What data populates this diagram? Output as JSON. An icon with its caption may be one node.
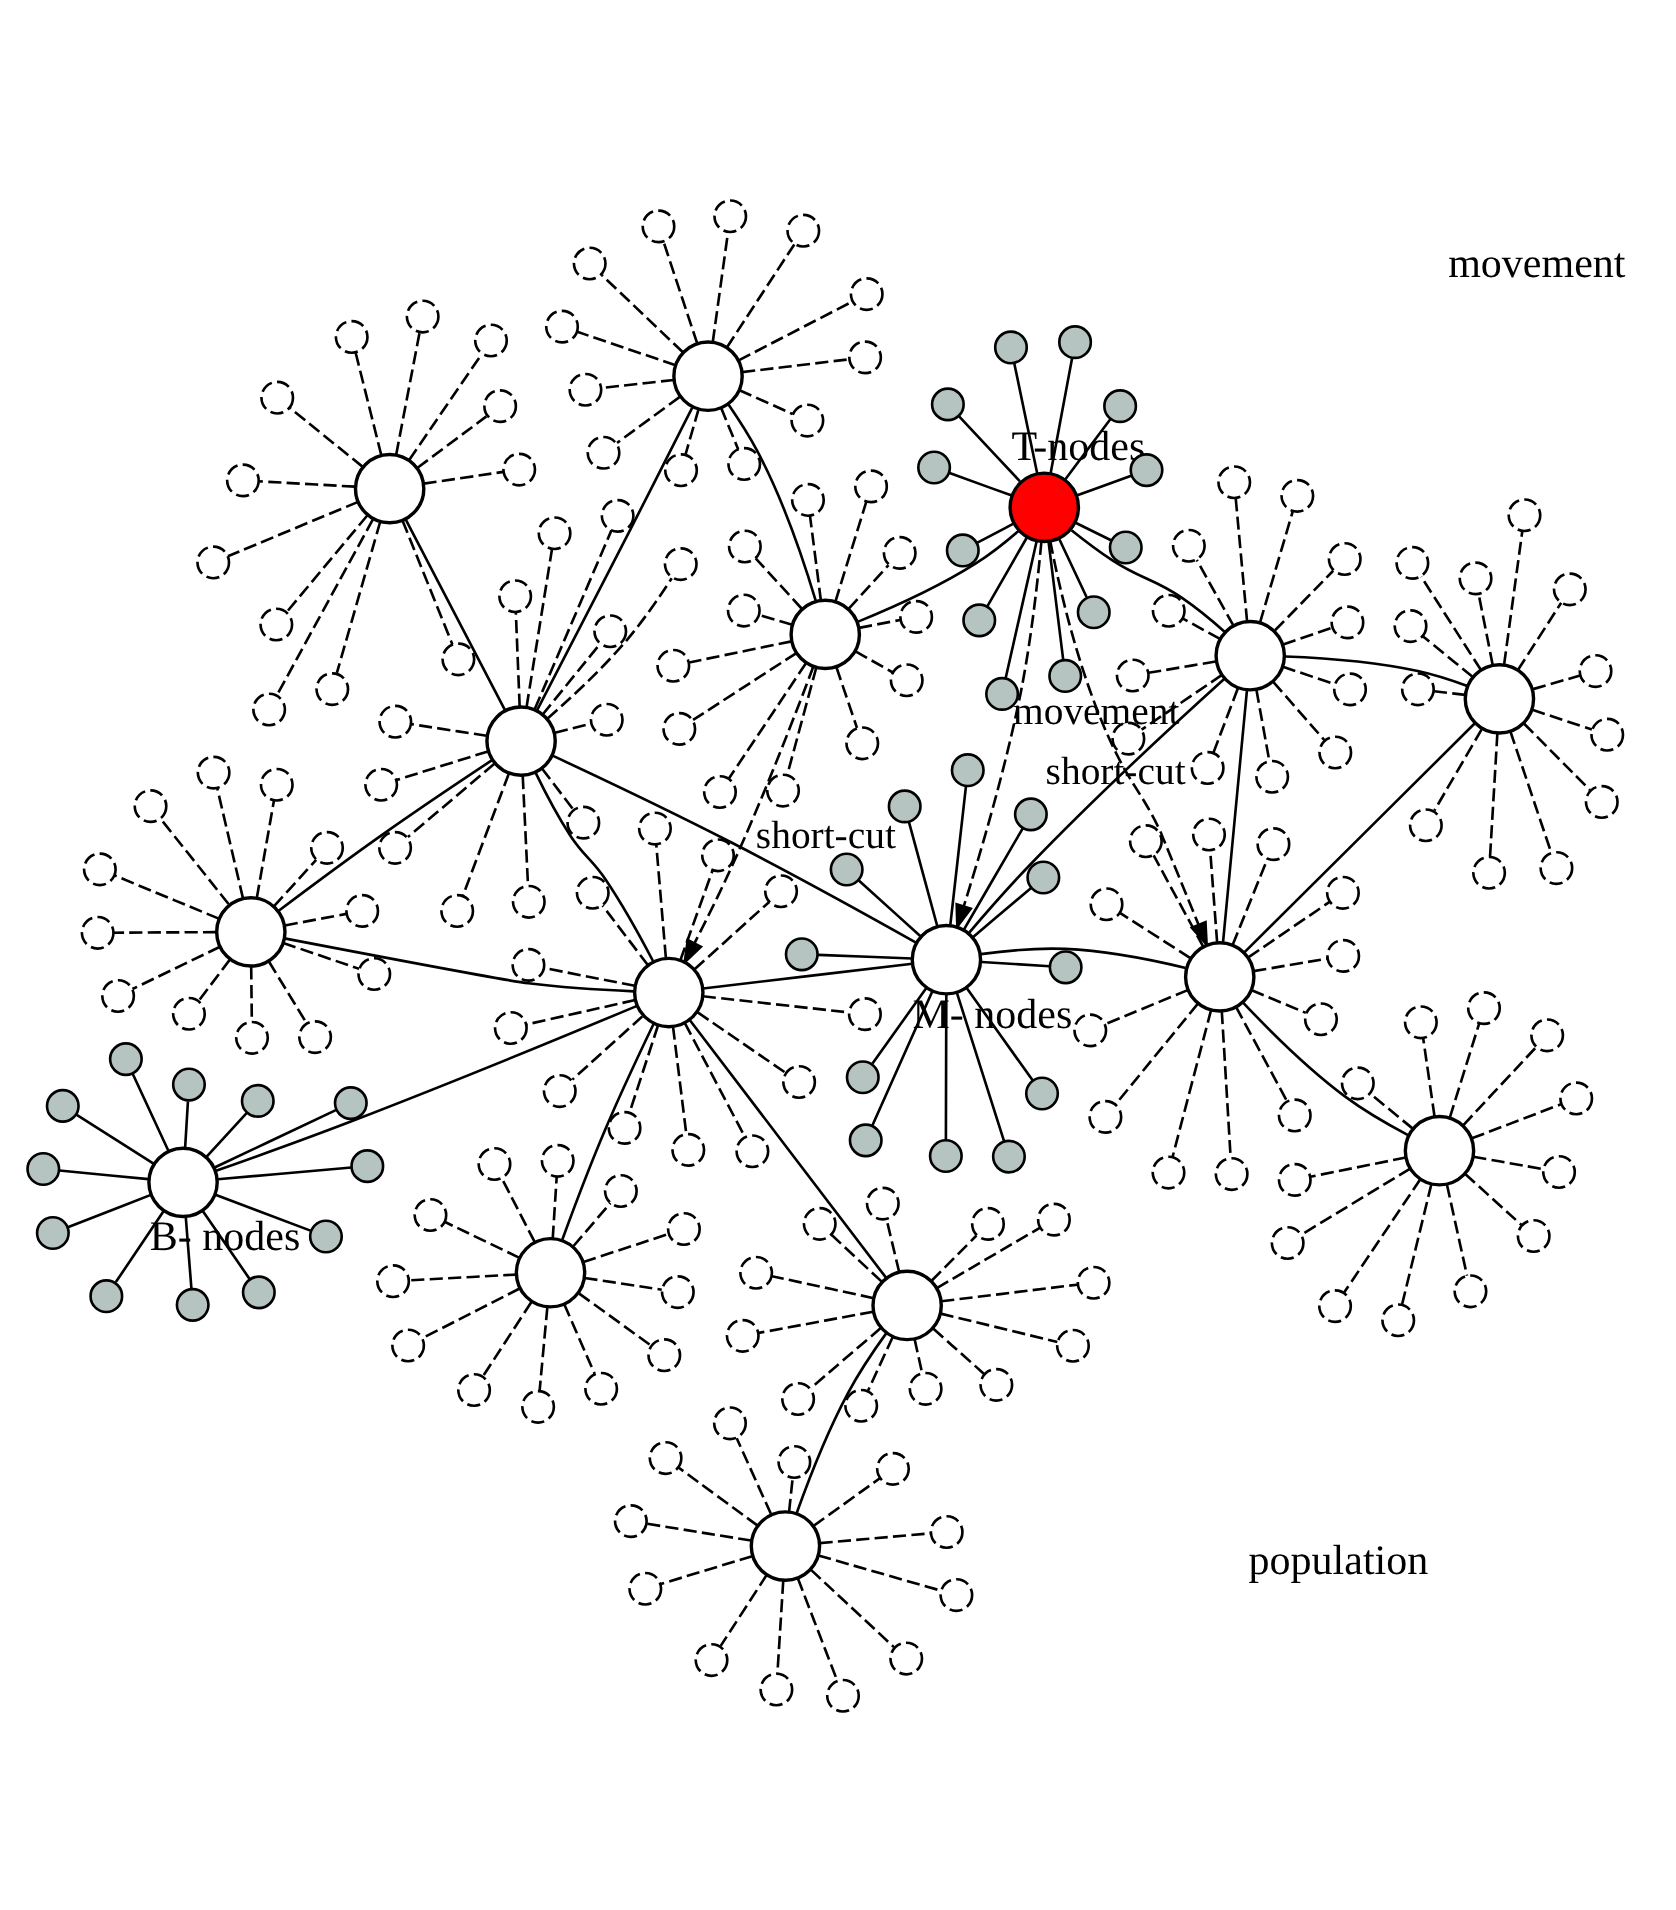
{
  "diagram": {
    "nodes": [
      {
        "text": [],
        "shape": "circle",
        "beside": [
          "T-nodes"
        ]
      },
      {
        "text": [],
        "shape": "circle"
      },
      {
        "text": [],
        "shape": "circle"
      },
      {
        "text": [],
        "shape": "circle"
      },
      {
        "text": [],
        "shape": "circle"
      },
      {
        "text": [],
        "shape": "circle"
      },
      {
        "text": [],
        "shape": "circle"
      },
      {
        "text": [],
        "shape": "circle"
      },
      {
        "text": [],
        "shape": "circle"
      },
      {
        "text": [],
        "shape": "circle"
      },
      {
        "text": [],
        "shape": "circle"
      },
      {
        "text": [],
        "shape": "circle"
      },
      {
        "text": [],
        "shape": "circle"
      },
      {
        "text": [],
        "shape": "circle"
      },
      {
        "text": [],
        "shape": "circle"
      },
      {
        "text": [],
        "shape": "circle"
      },
      {
        "text": [],
        "shape": "circle"
      },
      {
        "text": [],
        "shape": "circle"
      },
      {
        "text": [],
        "shape": "circle"
      },
      {
        "text": [],
        "shape": "circle"
      },
      {
        "text": [],
        "shape": "circle"
      },
      {
        "text": [],
        "shape": "circle"
      },
      {
        "text": [],
        "shape": "circle"
      },
      {
        "text": [],
        "shape": "circle"
      },
      {
        "text": [],
        "shape": "circle"
      },
      {
        "text": [],
        "shape": "circle"
      },
      {
        "text": [],
        "shape": "circle"
      },
      {
        "text": [],
        "shape": "circle"
      },
      {
        "text": [],
        "shape": "circle"
      },
      {
        "text": [],
        "shape": "circle"
      },
      {
        "text": [],
        "shape": "circle"
      },
      {
        "text": [],
        "shape": "circle"
      },
      {
        "text": [],
        "shape": "circle"
      },
      {
        "text": [],
        "shape": "circle"
      },
      {
        "text": [],
        "shape": "circle"
      },
      {
        "text": [],
        "shape": "circle"
      },
      {
        "text": [],
        "shape": "circle"
      },
      {
        "text": [],
        "shape": "circle"
      },
      {
        "text": [],
        "shape": "circle"
      },
      {
        "text": [],
        "shape": "circle"
      },
      {
        "text": [],
        "shape": "circle"
      },
      {
        "text": [],
        "shape": "circle"
      },
      {
        "text": [],
        "shape": "circle"
      },
      {
        "text": [],
        "shape": "circle"
      },
      {
        "text": [],
        "shape": "circle"
      },
      {
        "text": [],
        "shape": "circle"
      },
      {
        "text": [],
        "shape": "circle"
      },
      {
        "text": [],
        "shape": "circle"
      },
      {
        "text": [],
        "shape": "circle"
      },
      {
        "text": [],
        "shape": "circle"
      },
      {
        "text": [],
        "shape": "circle"
      },
      {
        "text": [],
        "shape": "circle"
      },
      {
        "text": [],
        "shape": "circle"
      },
      {
        "text": [],
        "shape": "circle"
      },
      {
        "text": [],
        "shape": "circle"
      },
      {
        "text": [],
        "shape": "circle"
      },
      {
        "text": [],
        "shape": "circle"
      },
      {
        "text": [],
        "shape": "circle"
      },
      {
        "text": [],
        "shape": "circle"
      },
      {
        "text": [],
        "shape": "circle"
      },
      {
        "text": [],
        "shape": "circle"
      },
      {
        "text": [],
        "shape": "circle"
      },
      {
        "text": [],
        "shape": "circle"
      },
      {
        "text": [],
        "shape": "circle"
      },
      {
        "text": [],
        "shape": "circle"
      },
      {
        "text": [],
        "shape": "circle"
      },
      {
        "text": [],
        "shape": "circle"
      },
      {
        "text": [],
        "shape": "circle"
      },
      {
        "text": [],
        "shape": "circle"
      },
      {
        "text": [],
        "shape": "circle"
      },
      {
        "text": [],
        "shape": "circle"
      },
      {
        "text": [],
        "shape": "circle"
      },
      {
        "text": [],
        "shape": "circle"
      },
      {
        "text": [],
        "shape": "circle"
      },
      {
        "text": [],
        "shape": "circle"
      },
      {
        "text": [],
        "shape": "circle"
      },
      {
        "text": [],
        "shape": "circle"
      },
      {
        "text": [],
        "shape": "circle"
      },
      {
        "text": [],
        "shape": "circle",
        "beside": [
          "M- nodes"
        ]
      },
      {
        "text": [],
        "shape": "circle"
      },
      {
        "text": [],
        "shape": "circle"
      },
      {
        "text": [],
        "shape": "circle"
      },
      {
        "text": [],
        "shape": "circle"
      },
      {
        "text": [],
        "shape": "circle"
      },
      {
        "text": [],
        "shape": "circle"
      },
      {
        "text": [],
        "shape": "circle"
      },
      {
        "text": [],
        "shape": "circle"
      },
      {
        "text": [],
        "shape": "circle"
      },
      {
        "text": [],
        "shape": "circle"
      },
      {
        "text": [],
        "shape": "circle"
      },
      {
        "text": [],
        "shape": "circle"
      },
      {
        "text": [],
        "shape": "circle"
      },
      {
        "text": [],
        "shape": "circle"
      },
      {
        "text": [],
        "shape": "circle"
      },
      {
        "text": [],
        "shape": "circle"
      },
      {
        "text": [],
        "shape": "circle"
      },
      {
        "text": [],
        "shape": "circle"
      },
      {
        "text": [],
        "shape": "circle"
      },
      {
        "text": [],
        "shape": "circle"
      },
      {
        "text": [],
        "shape": "circle"
      },
      {
        "text": [],
        "shape": "circle"
      },
      {
        "text": [],
        "shape": "circle"
      },
      {
        "text": [],
        "shape": "circle"
      },
      {
        "text": [],
        "shape": "circle"
      },
      {
        "text": [],
        "shape": "circle"
      },
      {
        "text": [],
        "shape": "circle"
      },
      {
        "text": [],
        "shape": "circle"
      },
      {
        "text": [],
        "shape": "circle"
      },
      {
        "text": [],
        "shape": "circle"
      },
      {
        "text": [],
        "shape": "circle"
      },
      {
        "text": [],
        "shape": "circle"
      },
      {
        "text": [],
        "shape": "circle"
      },
      {
        "text": [],
        "shape": "circle"
      },
      {
        "text": [],
        "shape": "circle"
      },
      {
        "text": [],
        "shape": "circle"
      },
      {
        "text": [],
        "shape": "circle"
      },
      {
        "text": [],
        "shape": "circle"
      },
      {
        "text": [],
        "shape": "circle"
      },
      {
        "text": [],
        "shape": "circle"
      },
      {
        "text": [],
        "shape": "circle"
      },
      {
        "text": [],
        "shape": "circle"
      },
      {
        "text": [],
        "shape": "circle"
      },
      {
        "text": [],
        "shape": "circle"
      },
      {
        "text": [],
        "shape": "circle"
      },
      {
        "text": [],
        "shape": "circle"
      },
      {
        "text": [],
        "shape": "circle"
      },
      {
        "text": [],
        "shape": "circle"
      },
      {
        "text": [],
        "shape": "circle"
      },
      {
        "text": [],
        "shape": "circle"
      },
      {
        "text": [],
        "shape": "circle"
      },
      {
        "text": [],
        "shape": "circle"
      },
      {
        "text": [],
        "shape": "circle"
      },
      {
        "text": [],
        "shape": "circle"
      },
      {
        "text": [],
        "shape": "circle"
      },
      {
        "text": [],
        "shape": "circle"
      },
      {
        "text": [],
        "shape": "circle"
      },
      {
        "text": [],
        "shape": "circle"
      },
      {
        "text": [],
        "shape": "circle"
      },
      {
        "text": [],
        "shape": "circle"
      },
      {
        "text": [],
        "shape": "circle"
      },
      {
        "text": [],
        "shape": "circle"
      },
      {
        "text": [],
        "shape": "circle"
      },
      {
        "text": [],
        "shape": "circle"
      },
      {
        "text": [],
        "shape": "circle"
      },
      {
        "text": [],
        "shape": "circle"
      },
      {
        "text": [],
        "shape": "circle"
      },
      {
        "text": [],
        "shape": "circle"
      },
      {
        "text": [],
        "shape": "circle"
      },
      {
        "text": [],
        "shape": "circle"
      },
      {
        "text": [],
        "shape": "circle"
      },
      {
        "text": [],
        "shape": "circle"
      },
      {
        "text": [],
        "shape": "circle"
      },
      {
        "text": [],
        "shape": "circle"
      },
      {
        "text": [],
        "shape": "circle"
      },
      {
        "text": [],
        "shape": "circle"
      },
      {
        "text": [],
        "shape": "circle"
      },
      {
        "text": [],
        "shape": "circle"
      },
      {
        "text": [],
        "shape": "circle"
      },
      {
        "text": [],
        "shape": "circle"
      },
      {
        "text": [],
        "shape": "circle"
      },
      {
        "text": [],
        "shape": "circle"
      },
      {
        "text": [],
        "shape": "circle"
      },
      {
        "text": [],
        "shape": "circle"
      },
      {
        "text": [],
        "shape": "circle"
      },
      {
        "text": [],
        "shape": "circle"
      },
      {
        "text": [],
        "shape": "circle"
      },
      {
        "text": [],
        "shape": "circle"
      },
      {
        "text": [],
        "shape": "circle"
      },
      {
        "text": [],
        "shape": "circle"
      },
      {
        "text": [],
        "shape": "circle"
      },
      {
        "text": [],
        "shape": "circle"
      },
      {
        "text": [],
        "shape": "circle"
      },
      {
        "text": [],
        "shape": "circle"
      },
      {
        "text": [],
        "shape": "circle"
      },
      {
        "text": [],
        "shape": "circle"
      },
      {
        "text": [],
        "shape": "circle"
      },
      {
        "text": [],
        "shape": "circle"
      },
      {
        "text": [],
        "shape": "circle"
      },
      {
        "text": [],
        "shape": "circle"
      },
      {
        "text": [],
        "shape": "circle"
      },
      {
        "text": [],
        "shape": "circle"
      },
      {
        "text": [],
        "shape": "circle"
      },
      {
        "text": [],
        "shape": "circle"
      },
      {
        "text": [],
        "shape": "circle"
      },
      {
        "text": [],
        "shape": "circle"
      },
      {
        "text": [],
        "shape": "circle"
      },
      {
        "text": [],
        "shape": "circle"
      },
      {
        "text": [],
        "shape": "circle"
      },
      {
        "text": [],
        "shape": "circle"
      },
      {
        "text": [],
        "shape": "circle"
      },
      {
        "text": [],
        "shape": "circle"
      },
      {
        "text": [],
        "shape": "circle"
      },
      {
        "text": [],
        "shape": "circle"
      },
      {
        "text": [],
        "shape": "circle"
      },
      {
        "text": [],
        "shape": "circle"
      },
      {
        "text": [],
        "shape": "circle",
        "beside": [
          "B- nodes"
        ]
      },
      {
        "text": [],
        "shape": "circle"
      },
      {
        "text": [],
        "shape": "circle"
      },
      {
        "text": [],
        "shape": "circle"
      },
      {
        "text": [],
        "shape": "circle"
      },
      {
        "text": [],
        "shape": "circle"
      },
      {
        "text": [],
        "shape": "circle"
      },
      {
        "text": [],
        "shape": "circle"
      },
      {
        "text": [],
        "shape": "circle"
      },
      {
        "text": [],
        "shape": "circle"
      },
      {
        "text": [],
        "shape": "circle"
      },
      {
        "text": [],
        "shape": "circle"
      },
      {
        "text": [],
        "shape": "circle"
      }
    ],
    "edges": [
      {
        "from": 0,
        "to": 1,
        "arrow": "none"
      },
      {
        "from": 0,
        "to": 2,
        "arrow": "none"
      },
      {
        "from": 0,
        "to": 3,
        "arrow": "none"
      },
      {
        "from": 0,
        "to": 4,
        "arrow": "none"
      },
      {
        "from": 0,
        "to": 5,
        "arrow": "none"
      },
      {
        "from": 0,
        "to": 6,
        "arrow": "none"
      },
      {
        "from": 0,
        "to": 7,
        "arrow": "none"
      },
      {
        "from": 0,
        "to": 8,
        "arrow": "none"
      },
      {
        "from": 0,
        "to": 9,
        "arrow": "none"
      },
      {
        "from": 0,
        "to": 10,
        "arrow": "none"
      },
      {
        "from": 0,
        "to": 11,
        "arrow": "none"
      },
      {
        "from": 0,
        "to": 12,
        "arrow": "none"
      },
      {
        "from": 13,
        "to": 14,
        "arrow": "none",
        "style": "dashed"
      },
      {
        "from": 13,
        "to": 15,
        "arrow": "none",
        "style": "dashed"
      },
      {
        "from": 13,
        "to": 16,
        "arrow": "none",
        "style": "dashed"
      },
      {
        "from": 13,
        "to": 17,
        "arrow": "none",
        "style": "dashed"
      },
      {
        "from": 13,
        "to": 18,
        "arrow": "none",
        "style": "dashed"
      },
      {
        "from": 13,
        "to": 19,
        "arrow": "none",
        "style": "dashed"
      },
      {
        "from": 13,
        "to": 20,
        "arrow": "none",
        "style": "dashed"
      },
      {
        "from": 13,
        "to": 21,
        "arrow": "none",
        "style": "dashed"
      },
      {
        "from": 13,
        "to": 22,
        "arrow": "none",
        "style": "dashed"
      },
      {
        "from": 13,
        "to": 23,
        "arrow": "none",
        "style": "dashed"
      },
      {
        "from": 13,
        "to": 24,
        "arrow": "none",
        "style": "dashed"
      },
      {
        "from": 13,
        "to": 25,
        "arrow": "none",
        "style": "dashed"
      },
      {
        "from": 26,
        "to": 27,
        "arrow": "none",
        "style": "dashed"
      },
      {
        "from": 26,
        "to": 28,
        "arrow": "none",
        "style": "dashed"
      },
      {
        "from": 26,
        "to": 29,
        "arrow": "none",
        "style": "dashed"
      },
      {
        "from": 26,
        "to": 30,
        "arrow": "none",
        "style": "dashed"
      },
      {
        "from": 26,
        "to": 31,
        "arrow": "none",
        "style": "dashed"
      },
      {
        "from": 26,
        "to": 32,
        "arrow": "none",
        "style": "dashed"
      },
      {
        "from": 26,
        "to": 33,
        "arrow": "none",
        "style": "dashed"
      },
      {
        "from": 26,
        "to": 34,
        "arrow": "none",
        "style": "dashed"
      },
      {
        "from": 26,
        "to": 35,
        "arrow": "none",
        "style": "dashed"
      },
      {
        "from": 26,
        "to": 36,
        "arrow": "none",
        "style": "dashed"
      },
      {
        "from": 26,
        "to": 37,
        "arrow": "none",
        "style": "dashed"
      },
      {
        "from": 26,
        "to": 38,
        "arrow": "none",
        "style": "dashed"
      },
      {
        "from": 39,
        "to": 40,
        "arrow": "none",
        "style": "dashed"
      },
      {
        "from": 39,
        "to": 41,
        "arrow": "none",
        "style": "dashed"
      },
      {
        "from": 39,
        "to": 42,
        "arrow": "none",
        "style": "dashed"
      },
      {
        "from": 39,
        "to": 43,
        "arrow": "none",
        "style": "dashed"
      },
      {
        "from": 39,
        "to": 44,
        "arrow": "none",
        "style": "dashed"
      },
      {
        "from": 39,
        "to": 45,
        "arrow": "none",
        "style": "dashed"
      },
      {
        "from": 39,
        "to": 46,
        "arrow": "none",
        "style": "dashed"
      },
      {
        "from": 39,
        "to": 47,
        "arrow": "none",
        "style": "dashed"
      },
      {
        "from": 39,
        "to": 48,
        "arrow": "none",
        "style": "dashed"
      },
      {
        "from": 39,
        "to": 49,
        "arrow": "none",
        "style": "dashed"
      },
      {
        "from": 39,
        "to": 50,
        "arrow": "none",
        "style": "dashed"
      },
      {
        "from": 39,
        "to": 51,
        "arrow": "none",
        "style": "dashed"
      },
      {
        "from": 52,
        "to": 53,
        "arrow": "none",
        "style": "dashed"
      },
      {
        "from": 52,
        "to": 54,
        "arrow": "none",
        "style": "dashed"
      },
      {
        "from": 52,
        "to": 55,
        "arrow": "none",
        "style": "dashed"
      },
      {
        "from": 52,
        "to": 56,
        "arrow": "none",
        "style": "dashed"
      },
      {
        "from": 52,
        "to": 57,
        "arrow": "none",
        "style": "dashed"
      },
      {
        "from": 52,
        "to": 58,
        "arrow": "none",
        "style": "dashed"
      },
      {
        "from": 52,
        "to": 59,
        "arrow": "none",
        "style": "dashed"
      },
      {
        "from": 52,
        "to": 60,
        "arrow": "none",
        "style": "dashed"
      },
      {
        "from": 52,
        "to": 61,
        "arrow": "none",
        "style": "dashed"
      },
      {
        "from": 52,
        "to": 62,
        "arrow": "none",
        "style": "dashed"
      },
      {
        "from": 52,
        "to": 63,
        "arrow": "none",
        "style": "dashed"
      },
      {
        "from": 52,
        "to": 64,
        "arrow": "none",
        "style": "dashed"
      },
      {
        "from": 65,
        "to": 66,
        "arrow": "none",
        "style": "dashed"
      },
      {
        "from": 65,
        "to": 67,
        "arrow": "none",
        "style": "dashed"
      },
      {
        "from": 65,
        "to": 68,
        "arrow": "none",
        "style": "dashed"
      },
      {
        "from": 65,
        "to": 69,
        "arrow": "none",
        "style": "dashed"
      },
      {
        "from": 65,
        "to": 70,
        "arrow": "none",
        "style": "dashed"
      },
      {
        "from": 65,
        "to": 71,
        "arrow": "none",
        "style": "dashed"
      },
      {
        "from": 65,
        "to": 72,
        "arrow": "none",
        "style": "dashed"
      },
      {
        "from": 65,
        "to": 73,
        "arrow": "none",
        "style": "dashed"
      },
      {
        "from": 65,
        "to": 74,
        "arrow": "none",
        "style": "dashed"
      },
      {
        "from": 65,
        "to": 75,
        "arrow": "none",
        "style": "dashed"
      },
      {
        "from": 65,
        "to": 76,
        "arrow": "none",
        "style": "dashed"
      },
      {
        "from": 65,
        "to": 77,
        "arrow": "none",
        "style": "dashed"
      },
      {
        "from": 78,
        "to": 79,
        "arrow": "none"
      },
      {
        "from": 78,
        "to": 80,
        "arrow": "none"
      },
      {
        "from": 78,
        "to": 81,
        "arrow": "none"
      },
      {
        "from": 78,
        "to": 82,
        "arrow": "none"
      },
      {
        "from": 78,
        "to": 83,
        "arrow": "none"
      },
      {
        "from": 78,
        "to": 84,
        "arrow": "none"
      },
      {
        "from": 78,
        "to": 85,
        "arrow": "none"
      },
      {
        "from": 78,
        "to": 86,
        "arrow": "none"
      },
      {
        "from": 78,
        "to": 87,
        "arrow": "none"
      },
      {
        "from": 78,
        "to": 88,
        "arrow": "none"
      },
      {
        "from": 78,
        "to": 89,
        "arrow": "none"
      },
      {
        "from": 78,
        "to": 90,
        "arrow": "none"
      },
      {
        "from": 91,
        "to": 92,
        "arrow": "none",
        "style": "dashed"
      },
      {
        "from": 91,
        "to": 93,
        "arrow": "none",
        "style": "dashed"
      },
      {
        "from": 91,
        "to": 94,
        "arrow": "none",
        "style": "dashed"
      },
      {
        "from": 91,
        "to": 95,
        "arrow": "none",
        "style": "dashed"
      },
      {
        "from": 91,
        "to": 96,
        "arrow": "none",
        "style": "dashed"
      },
      {
        "from": 91,
        "to": 97,
        "arrow": "none",
        "style": "dashed"
      },
      {
        "from": 91,
        "to": 98,
        "arrow": "none",
        "style": "dashed"
      },
      {
        "from": 91,
        "to": 99,
        "arrow": "none",
        "style": "dashed"
      },
      {
        "from": 91,
        "to": 100,
        "arrow": "none",
        "style": "dashed"
      },
      {
        "from": 91,
        "to": 101,
        "arrow": "none",
        "style": "dashed"
      },
      {
        "from": 91,
        "to": 102,
        "arrow": "none",
        "style": "dashed"
      },
      {
        "from": 91,
        "to": 103,
        "arrow": "none",
        "style": "dashed"
      },
      {
        "from": 104,
        "to": 105,
        "arrow": "none",
        "style": "dashed"
      },
      {
        "from": 104,
        "to": 106,
        "arrow": "none",
        "style": "dashed"
      },
      {
        "from": 104,
        "to": 107,
        "arrow": "none",
        "style": "dashed"
      },
      {
        "from": 104,
        "to": 108,
        "arrow": "none",
        "style": "dashed"
      },
      {
        "from": 104,
        "to": 109,
        "arrow": "none",
        "style": "dashed"
      },
      {
        "from": 104,
        "to": 110,
        "arrow": "none",
        "style": "dashed"
      },
      {
        "from": 104,
        "to": 111,
        "arrow": "none",
        "style": "dashed"
      },
      {
        "from": 104,
        "to": 112,
        "arrow": "none",
        "style": "dashed"
      },
      {
        "from": 104,
        "to": 113,
        "arrow": "none",
        "style": "dashed"
      },
      {
        "from": 104,
        "to": 114,
        "arrow": "none",
        "style": "dashed"
      },
      {
        "from": 104,
        "to": 115,
        "arrow": "none",
        "style": "dashed"
      },
      {
        "from": 104,
        "to": 116,
        "arrow": "none",
        "style": "dashed"
      },
      {
        "from": 117,
        "to": 118,
        "arrow": "none",
        "style": "dashed"
      },
      {
        "from": 117,
        "to": 119,
        "arrow": "none",
        "style": "dashed"
      },
      {
        "from": 117,
        "to": 120,
        "arrow": "none",
        "style": "dashed"
      },
      {
        "from": 117,
        "to": 121,
        "arrow": "none",
        "style": "dashed"
      },
      {
        "from": 117,
        "to": 122,
        "arrow": "none",
        "style": "dashed"
      },
      {
        "from": 117,
        "to": 123,
        "arrow": "none",
        "style": "dashed"
      },
      {
        "from": 117,
        "to": 124,
        "arrow": "none",
        "style": "dashed"
      },
      {
        "from": 117,
        "to": 125,
        "arrow": "none",
        "style": "dashed"
      },
      {
        "from": 117,
        "to": 126,
        "arrow": "none",
        "style": "dashed"
      },
      {
        "from": 117,
        "to": 127,
        "arrow": "none",
        "style": "dashed"
      },
      {
        "from": 117,
        "to": 128,
        "arrow": "none",
        "style": "dashed"
      },
      {
        "from": 117,
        "to": 129,
        "arrow": "none",
        "style": "dashed"
      },
      {
        "from": 130,
        "to": 131,
        "arrow": "none",
        "style": "dashed"
      },
      {
        "from": 130,
        "to": 132,
        "arrow": "none",
        "style": "dashed"
      },
      {
        "from": 130,
        "to": 133,
        "arrow": "none",
        "style": "dashed"
      },
      {
        "from": 130,
        "to": 134,
        "arrow": "none",
        "style": "dashed"
      },
      {
        "from": 130,
        "to": 135,
        "arrow": "none",
        "style": "dashed"
      },
      {
        "from": 130,
        "to": 136,
        "arrow": "none",
        "style": "dashed"
      },
      {
        "from": 130,
        "to": 137,
        "arrow": "none",
        "style": "dashed"
      },
      {
        "from": 130,
        "to": 138,
        "arrow": "none",
        "style": "dashed"
      },
      {
        "from": 130,
        "to": 139,
        "arrow": "none",
        "style": "dashed"
      },
      {
        "from": 130,
        "to": 140,
        "arrow": "none",
        "style": "dashed"
      },
      {
        "from": 130,
        "to": 141,
        "arrow": "none",
        "style": "dashed"
      },
      {
        "from": 130,
        "to": 142,
        "arrow": "none",
        "style": "dashed"
      },
      {
        "from": 143,
        "to": 144,
        "arrow": "none",
        "style": "dashed"
      },
      {
        "from": 143,
        "to": 145,
        "arrow": "none",
        "style": "dashed"
      },
      {
        "from": 143,
        "to": 146,
        "arrow": "none",
        "style": "dashed"
      },
      {
        "from": 143,
        "to": 147,
        "arrow": "none",
        "style": "dashed"
      },
      {
        "from": 143,
        "to": 148,
        "arrow": "none",
        "style": "dashed"
      },
      {
        "from": 143,
        "to": 149,
        "arrow": "none",
        "style": "dashed"
      },
      {
        "from": 143,
        "to": 150,
        "arrow": "none",
        "style": "dashed"
      },
      {
        "from": 143,
        "to": 151,
        "arrow": "none",
        "style": "dashed"
      },
      {
        "from": 143,
        "to": 152,
        "arrow": "none",
        "style": "dashed"
      },
      {
        "from": 143,
        "to": 153,
        "arrow": "none",
        "style": "dashed"
      },
      {
        "from": 143,
        "to": 154,
        "arrow": "none",
        "style": "dashed"
      },
      {
        "from": 143,
        "to": 155,
        "arrow": "none",
        "style": "dashed"
      },
      {
        "from": 156,
        "to": 157,
        "arrow": "none",
        "style": "dashed"
      },
      {
        "from": 156,
        "to": 158,
        "arrow": "none",
        "style": "dashed"
      },
      {
        "from": 156,
        "to": 159,
        "arrow": "none",
        "style": "dashed"
      },
      {
        "from": 156,
        "to": 160,
        "arrow": "none",
        "style": "dashed"
      },
      {
        "from": 156,
        "to": 161,
        "arrow": "none",
        "style": "dashed"
      },
      {
        "from": 156,
        "to": 162,
        "arrow": "none",
        "style": "dashed"
      },
      {
        "from": 156,
        "to": 163,
        "arrow": "none",
        "style": "dashed"
      },
      {
        "from": 156,
        "to": 164,
        "arrow": "none",
        "style": "dashed"
      },
      {
        "from": 156,
        "to": 165,
        "arrow": "none",
        "style": "dashed"
      },
      {
        "from": 156,
        "to": 166,
        "arrow": "none",
        "style": "dashed"
      },
      {
        "from": 156,
        "to": 167,
        "arrow": "none",
        "style": "dashed"
      },
      {
        "from": 156,
        "to": 168,
        "arrow": "none",
        "style": "dashed"
      },
      {
        "from": 169,
        "to": 170,
        "arrow": "none",
        "style": "dashed"
      },
      {
        "from": 169,
        "to": 171,
        "arrow": "none",
        "style": "dashed"
      },
      {
        "from": 169,
        "to": 172,
        "arrow": "none",
        "style": "dashed"
      },
      {
        "from": 169,
        "to": 173,
        "arrow": "none",
        "style": "dashed"
      },
      {
        "from": 169,
        "to": 174,
        "arrow": "none",
        "style": "dashed"
      },
      {
        "from": 169,
        "to": 175,
        "arrow": "none",
        "style": "dashed"
      },
      {
        "from": 169,
        "to": 176,
        "arrow": "none",
        "style": "dashed"
      },
      {
        "from": 169,
        "to": 177,
        "arrow": "none",
        "style": "dashed"
      },
      {
        "from": 169,
        "to": 178,
        "arrow": "none",
        "style": "dashed"
      },
      {
        "from": 169,
        "to": 179,
        "arrow": "none",
        "style": "dashed"
      },
      {
        "from": 169,
        "to": 180,
        "arrow": "none",
        "style": "dashed"
      },
      {
        "from": 169,
        "to": 181,
        "arrow": "none",
        "style": "dashed"
      },
      {
        "from": 182,
        "to": 183,
        "arrow": "none",
        "style": "dashed"
      },
      {
        "from": 182,
        "to": 184,
        "arrow": "none",
        "style": "dashed"
      },
      {
        "from": 182,
        "to": 185,
        "arrow": "none",
        "style": "dashed"
      },
      {
        "from": 182,
        "to": 186,
        "arrow": "none",
        "style": "dashed"
      },
      {
        "from": 182,
        "to": 187,
        "arrow": "none",
        "style": "dashed"
      },
      {
        "from": 182,
        "to": 188,
        "arrow": "none",
        "style": "dashed"
      },
      {
        "from": 182,
        "to": 189,
        "arrow": "none",
        "style": "dashed"
      },
      {
        "from": 182,
        "to": 190,
        "arrow": "none",
        "style": "dashed"
      },
      {
        "from": 182,
        "to": 191,
        "arrow": "none",
        "style": "dashed"
      },
      {
        "from": 182,
        "to": 192,
        "arrow": "none",
        "style": "dashed"
      },
      {
        "from": 182,
        "to": 193,
        "arrow": "none",
        "style": "dashed"
      },
      {
        "from": 182,
        "to": 194,
        "arrow": "none",
        "style": "dashed"
      },
      {
        "from": 195,
        "to": 196,
        "arrow": "none"
      },
      {
        "from": 195,
        "to": 197,
        "arrow": "none"
      },
      {
        "from": 195,
        "to": 198,
        "arrow": "none"
      },
      {
        "from": 195,
        "to": 199,
        "arrow": "none"
      },
      {
        "from": 195,
        "to": 200,
        "arrow": "none"
      },
      {
        "from": 195,
        "to": 201,
        "arrow": "none"
      },
      {
        "from": 195,
        "to": 202,
        "arrow": "none"
      },
      {
        "from": 195,
        "to": 203,
        "arrow": "none"
      },
      {
        "from": 195,
        "to": 204,
        "arrow": "none"
      },
      {
        "from": 195,
        "to": 205,
        "arrow": "none"
      },
      {
        "from": 195,
        "to": 206,
        "arrow": "none"
      },
      {
        "from": 195,
        "to": 207,
        "arrow": "none"
      },
      {
        "from": 0,
        "to": 13,
        "arrow": "none"
      },
      {
        "from": 0,
        "to": 39,
        "arrow": "none"
      },
      {
        "from": 13,
        "to": 52,
        "arrow": "none"
      },
      {
        "from": 26,
        "to": 39,
        "arrow": "none"
      },
      {
        "from": 26,
        "to": 65,
        "arrow": "none"
      },
      {
        "from": 39,
        "to": 65,
        "arrow": "none"
      },
      {
        "from": 39,
        "to": 78,
        "arrow": "none"
      },
      {
        "from": 52,
        "to": 117,
        "arrow": "none"
      },
      {
        "from": 65,
        "to": 78,
        "arrow": "none"
      },
      {
        "from": 65,
        "to": 91,
        "arrow": "none"
      },
      {
        "from": 78,
        "to": 117,
        "arrow": "none"
      },
      {
        "from": 78,
        "to": 156,
        "arrow": "none"
      },
      {
        "from": 104,
        "to": 117,
        "arrow": "none"
      },
      {
        "from": 117,
        "to": 143,
        "arrow": "none"
      },
      {
        "from": 117,
        "to": 156,
        "arrow": "none"
      },
      {
        "from": 130,
        "to": 156,
        "arrow": "none"
      },
      {
        "from": 130,
        "to": 169,
        "arrow": "none"
      },
      {
        "from": 143,
        "to": 156,
        "arrow": "none"
      },
      {
        "from": 156,
        "to": 195,
        "arrow": "none"
      },
      {
        "from": 156,
        "to": 182,
        "arrow": "none"
      },
      {
        "from": 0,
        "to": 65,
        "arrow": "to",
        "style": "dashed",
        "label": "short-cut"
      },
      {
        "from": 0,
        "to": 78,
        "arrow": "to",
        "style": "dashed",
        "label": "movement"
      },
      {
        "from": 13,
        "to": 156,
        "arrow": "to",
        "style": "dashed",
        "label": "short-cut"
      }
    ],
    "labels": [
      "movement",
      "population"
    ]
  }
}
